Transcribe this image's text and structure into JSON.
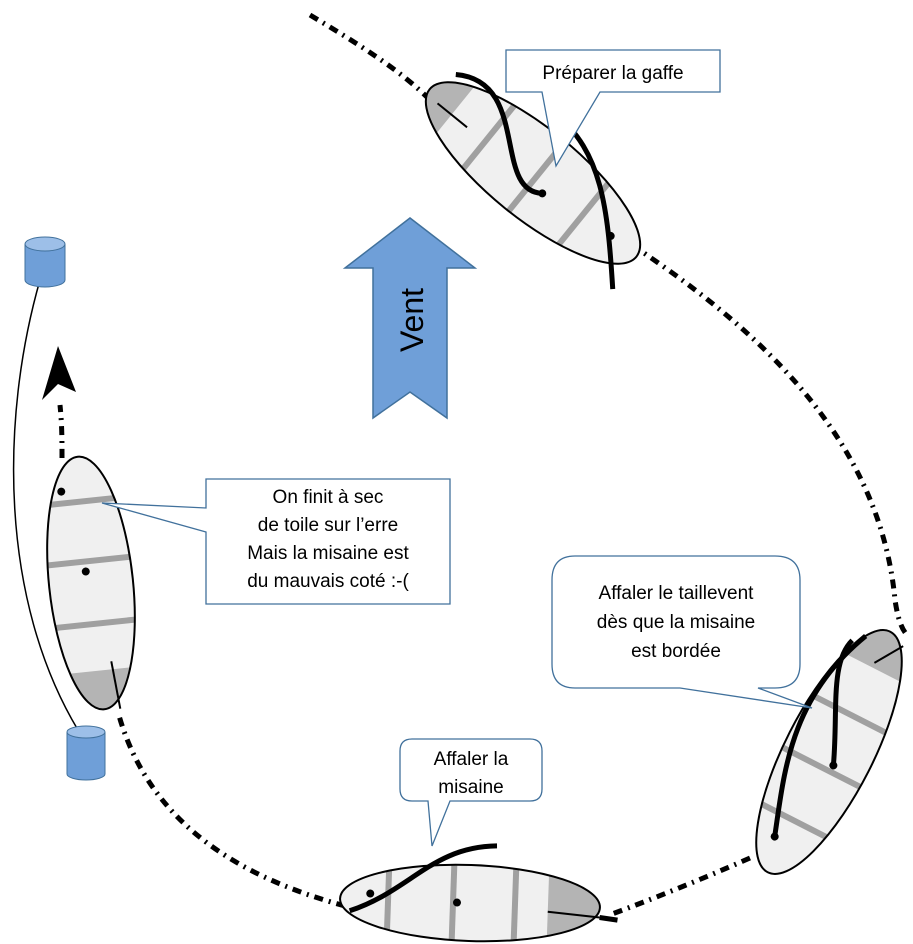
{
  "wind": {
    "label": "Vent"
  },
  "callouts": {
    "prepare": {
      "lines": [
        "Préparer la gaffe"
      ]
    },
    "lower_mizzen": {
      "lines": [
        "Affaler le taillevent",
        "dès que la misaine",
        "est bordée"
      ]
    },
    "lower_foresail": {
      "lines": [
        "Affaler la",
        "misaine"
      ]
    },
    "finish": {
      "lines": [
        "On finit à sec",
        "de toile sur l’erre",
        "Mais la misaine est",
        "du mauvais coté :-("
      ]
    }
  },
  "colors": {
    "wind_arrow_fill": "#6f9fd8",
    "wind_arrow_stroke": "#41719c",
    "hull_fill": "#f0f0f0",
    "hull_end_fill": "#b4b4b4",
    "thwart": "#a0a0a0",
    "callout_border": "#41719c",
    "buoy_fill": "#6f9fd8",
    "buoy_top": "#9dbfe8",
    "track": "#000000"
  }
}
